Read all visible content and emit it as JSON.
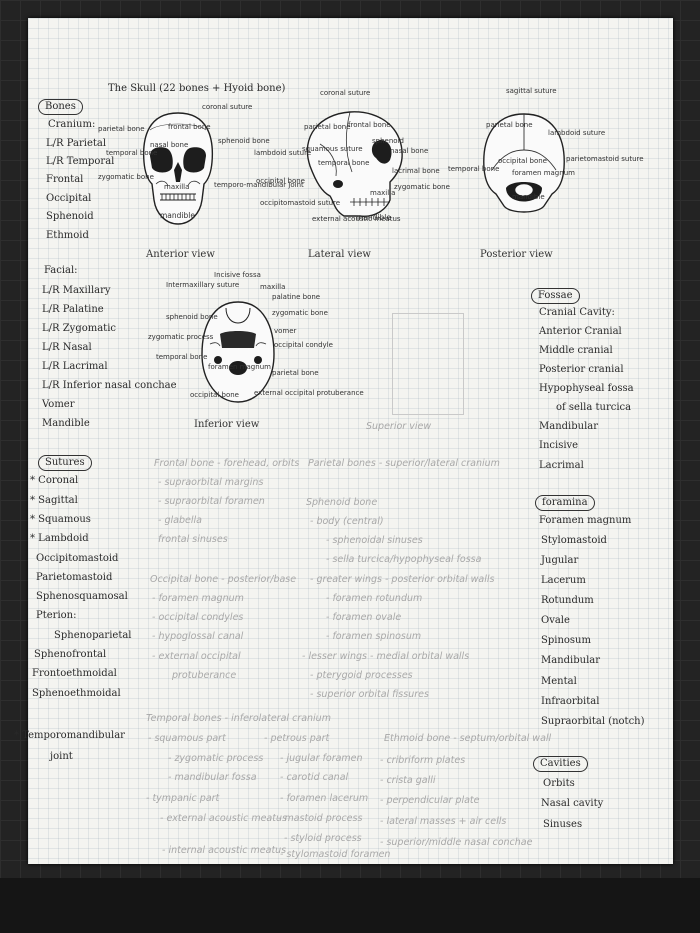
{
  "title": "The Skull (22 bones + Hyoid bone)",
  "sections": {
    "bones": "Bones",
    "fossae": "Fossae",
    "sutures": "Sutures",
    "foramina": "foramina",
    "cavities": "Cavities"
  },
  "bones_list": [
    "Cranium:",
    "L/R Parietal",
    "L/R Temporal",
    "Frontal",
    "Occipital",
    "Sphenoid",
    "Ethmoid"
  ],
  "facial_list": [
    "Facial:",
    "L/R Maxillary",
    "L/R Palatine",
    "L/R Zygomatic",
    "L/R Nasal",
    "L/R Lacrimal",
    "L/R Inferior nasal conchae",
    "Vomer",
    "Mandible"
  ],
  "views": {
    "anterior": "Anterior view",
    "lateral": "Lateral view",
    "posterior": "Posterior view",
    "inferior": "Inferior view",
    "superior": "Superior view"
  },
  "anterior_labels": {
    "parietal": "parietal bone",
    "temporal": "temporal bone",
    "zygomatic": "zygomatic bone",
    "frontal": "frontal bone",
    "nasal": "nasal bone",
    "maxilla": "maxilla",
    "mandible": "mandible",
    "coronal": "coronal suture",
    "sphenoid": "sphenoid bone",
    "tmj": "temporo-mandibular joint"
  },
  "lateral_labels": {
    "coronal": "coronal suture",
    "parietal": "parietal bone",
    "frontal": "frontal bone",
    "lambdoid": "lambdoid suture",
    "squamous": "squamous suture",
    "sphenoid": "sphenoid",
    "nasal": "nasal bone",
    "temporal": "temporal bone",
    "occipital": "occipital bone",
    "lacrimal": "lacrimal bone",
    "zygomatic": "zygomatic bone",
    "maxilla": "maxilla",
    "occipitomastoid": "occipitomastoid suture",
    "eam": "external acoustic meatus",
    "mandible": "mandible"
  },
  "posterior_labels": {
    "sagittal": "sagittal suture",
    "parietal": "parietal bone",
    "lambdoid": "lambdoid suture",
    "occipital": "occipital bone",
    "temporal": "temporal bone",
    "parietomastoid": "parietomastoid suture",
    "foramen": "foramen magnum",
    "mandible": "mandible"
  },
  "inferior_labels": {
    "incisive": "Incisive fossa",
    "intermaxillary": "Intermaxillary suture",
    "maxilla": "maxilla",
    "palatine": "palatine bone",
    "sphenoid": "sphenoid bone",
    "zygomatic": "zygomatic bone",
    "zproc": "zygomatic process",
    "vomer": "vomer",
    "occcondyle": "occipital condyle",
    "temporal": "temporal bone",
    "foramen": "foramen magnum",
    "parietal": "parietal bone",
    "occipital": "occipital bone",
    "eop": "external occipital protuberance"
  },
  "fossae_list": [
    "Cranial Cavity:",
    "Anterior Cranial",
    "Middle cranial",
    "Posterior cranial",
    "Hypophyseal fossa",
    "of sella turcica",
    "Mandibular",
    "Incisive",
    "Lacrimal"
  ],
  "sutures_list": [
    "* Coronal",
    "* Sagittal",
    "* Squamous",
    "* Lambdoid",
    "Occipitomastoid",
    "Parietomastoid",
    "Sphenosquamosal",
    "Pterion:",
    "Sphenoparietal",
    "Sphenofrontal",
    "Frontoethmoidal",
    "Sphenoethmoidal"
  ],
  "tmj": [
    "* Temporomandibular",
    "joint"
  ],
  "foramina_list": [
    "Foramen magnum",
    "Stylomastoid",
    "Jugular",
    "Lacerum",
    "Rotundum",
    "Ovale",
    "Spinosum",
    "Mandibular",
    "Mental",
    "Infraorbital",
    "Supraorbital (notch)"
  ],
  "cavities_list": [
    "Orbits",
    "Nasal cavity",
    "Sinuses"
  ],
  "pencil_frontal": [
    "Frontal bone - forehead, orbits",
    "- supraorbital margins",
    "- supraorbital foramen",
    "- glabella",
    "frontal sinuses"
  ],
  "pencil_parietal": [
    "Parietal bones - superior/lateral cranium"
  ],
  "pencil_sphenoid": [
    "Sphenoid bone",
    "- body (central)",
    "- sphenoidal sinuses",
    "- sella turcica/hypophyseal fossa",
    "- greater wings - posterior orbital walls",
    "- foramen rotundum",
    "- foramen ovale",
    "- foramen spinosum",
    "- lesser wings - medial orbital walls",
    "- pterygoid processes",
    "- superior orbital fissures"
  ],
  "pencil_occipital": [
    "Occipital bone - posterior/base",
    "- foramen magnum",
    "- occipital condyles",
    "- hypoglossal canal",
    "- external occipital",
    "protuberance"
  ],
  "pencil_temporal": [
    "Temporal bones - inferolateral cranium",
    "- squamous part",
    "- petrous part",
    "- zygomatic process",
    "- jugular foramen",
    "- mandibular fossa",
    "- carotid canal",
    "- tympanic part",
    "- foramen lacerum",
    "- external acoustic meatus",
    "- mastoid process",
    "- styloid process",
    "- internal acoustic meatus",
    "- stylomastoid foramen"
  ],
  "pencil_ethmoid": [
    "Ethmoid bone - septum/orbital wall",
    "- cribriform plates",
    "- crista galli",
    "- perpendicular plate",
    "- lateral masses + air cells",
    "- superior/middle nasal conchae"
  ]
}
